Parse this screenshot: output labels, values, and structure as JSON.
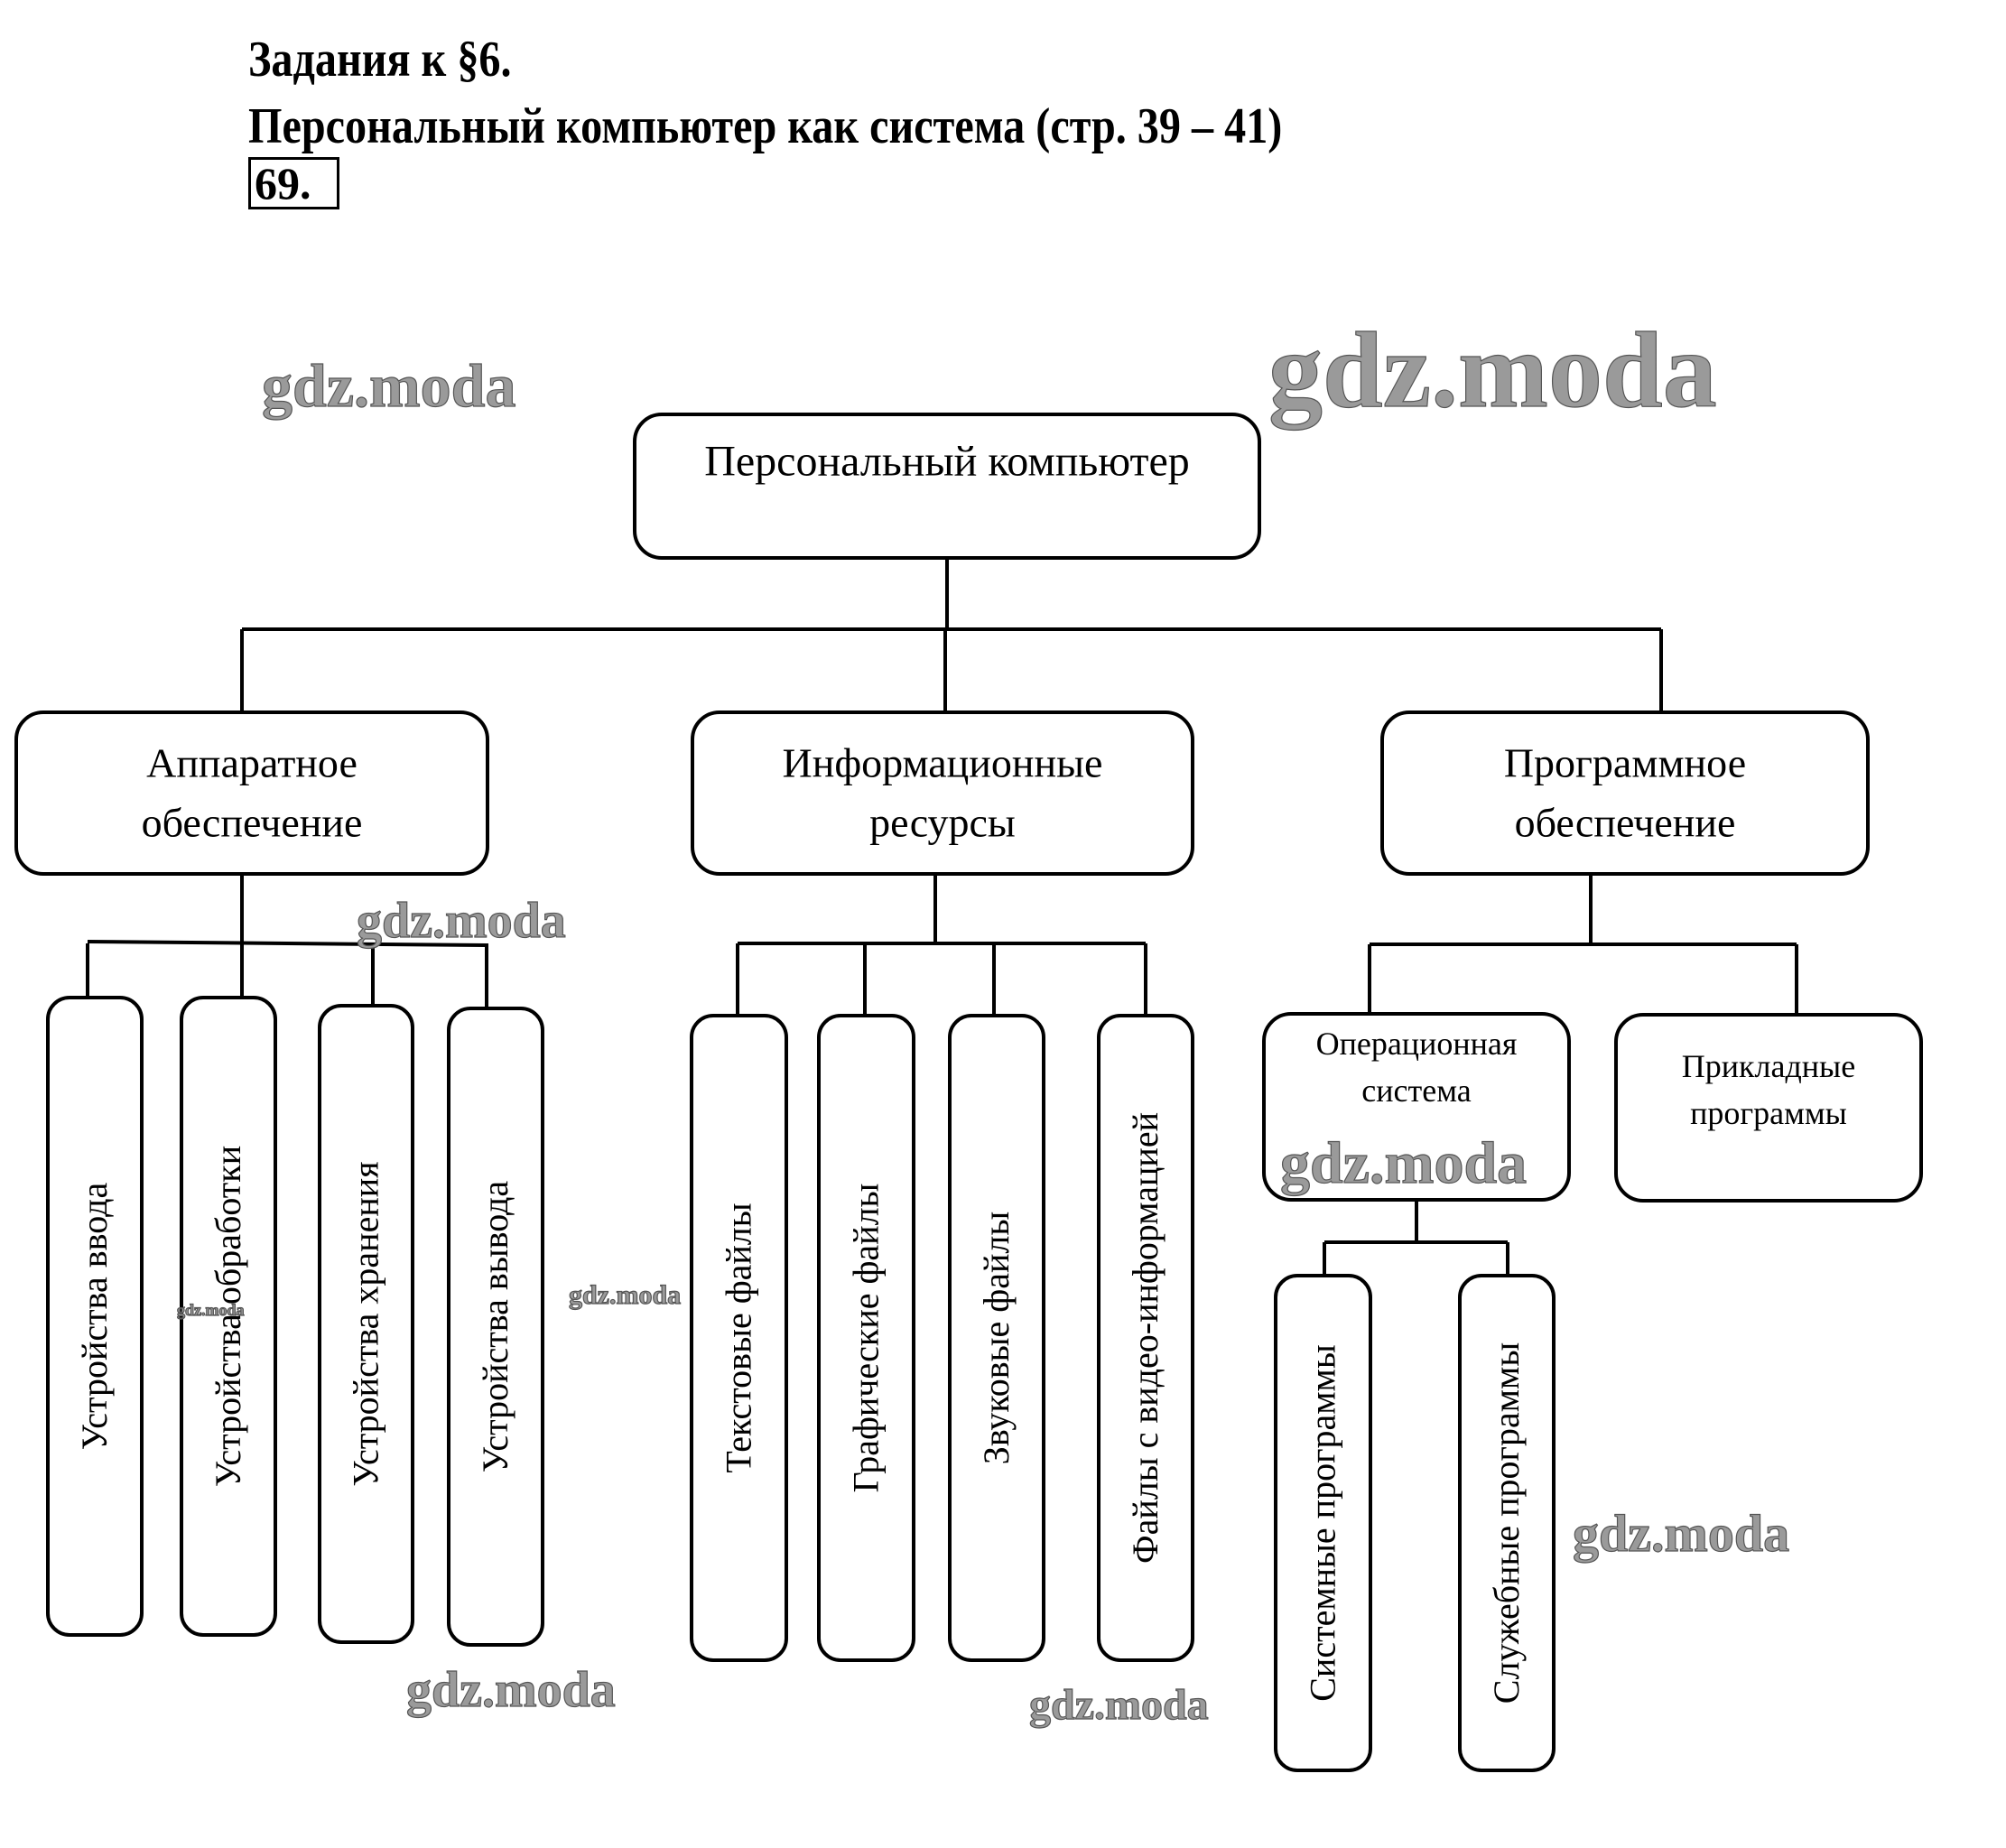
{
  "header": {
    "title_line1": "Задания к §6.",
    "title_line2": "Персональный компьютер как система (стр. 39 – 41)",
    "task_number": "69."
  },
  "diagram": {
    "root": {
      "label": [
        "Персональный компьютер"
      ]
    },
    "branches": [
      {
        "id": "hardware",
        "label": [
          "Аппаратное",
          "обеспечение"
        ],
        "children": [
          {
            "label": "Устройства ввода"
          },
          {
            "label": "Устройства обработки"
          },
          {
            "label": "Устройства хранения"
          },
          {
            "label": "Устройства вывода"
          }
        ]
      },
      {
        "id": "info",
        "label": [
          "Информационные",
          "ресурсы"
        ],
        "children": [
          {
            "label": "Текстовые файлы"
          },
          {
            "label": "Графические файлы"
          },
          {
            "label": "Звуковые файлы"
          },
          {
            "label": "Файлы с видео-информацией"
          }
        ]
      },
      {
        "id": "software",
        "label": [
          "Программное",
          "обеспечение"
        ],
        "children": [
          {
            "label": [
              "Операционная",
              "система"
            ],
            "children": [
              {
                "label": "Системные программы"
              },
              {
                "label": "Служебные программы"
              }
            ]
          },
          {
            "label": [
              "Прикладные",
              "программы"
            ]
          }
        ]
      }
    ]
  },
  "watermark": "gdz.moda",
  "colors": {
    "line": "#000000",
    "background": "#ffffff",
    "watermark_fill": "#9a9a9a"
  }
}
